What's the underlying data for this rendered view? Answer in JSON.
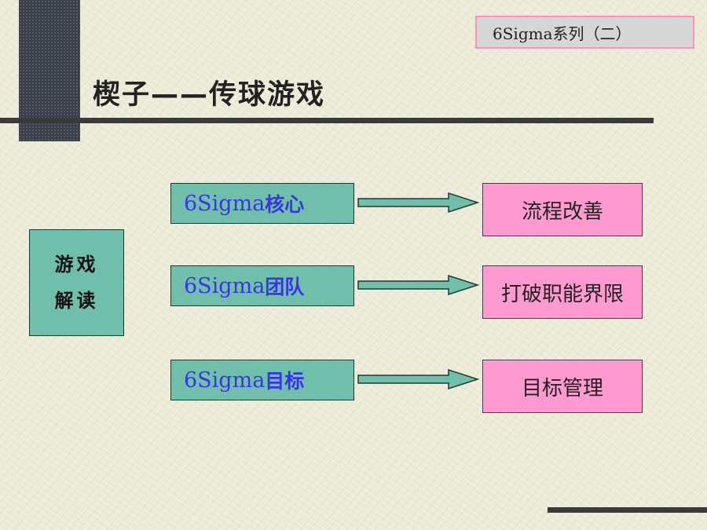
{
  "header": {
    "series_label": "6Sigma系列（二）",
    "title": "楔子——传球游戏"
  },
  "left_box": {
    "line1": "游戏",
    "line2": "解读"
  },
  "rows": [
    {
      "concept_latin": "6Sigma",
      "concept_cjk": "核心",
      "result": "流程改善"
    },
    {
      "concept_latin": "6Sigma",
      "concept_cjk": "团队",
      "result": "打破职能界限"
    },
    {
      "concept_latin": "6Sigma",
      "concept_cjk": "目标",
      "result": "目标管理"
    }
  ],
  "colors": {
    "background": "#ecebd8",
    "teal_box": "#6fbfaa",
    "pink_box": "#ff9ad0",
    "concept_text": "#3a35e6"
  },
  "icons": {
    "arrow": "right-arrow-icon"
  }
}
